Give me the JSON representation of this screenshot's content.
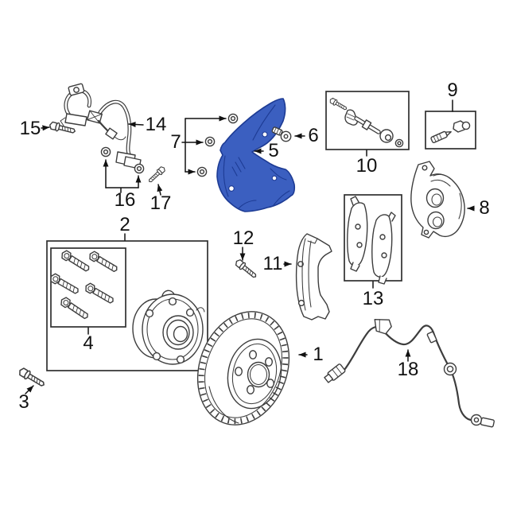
{
  "colors": {
    "background": "#ffffff",
    "line_color": "#3d3d3d",
    "label_color": "#111111",
    "box_color": "#303030",
    "highlight_fill": "#3b5fc0",
    "highlight_stroke": "#1d3b94"
  },
  "callouts": [
    {
      "label": "1"
    },
    {
      "label": "2"
    },
    {
      "label": "3"
    },
    {
      "label": "4"
    },
    {
      "label": "5"
    },
    {
      "label": "6"
    },
    {
      "label": "7"
    },
    {
      "label": "8"
    },
    {
      "label": "9"
    },
    {
      "label": "10"
    },
    {
      "label": "11"
    },
    {
      "label": "12"
    },
    {
      "label": "13"
    },
    {
      "label": "14"
    },
    {
      "label": "15"
    },
    {
      "label": "16"
    },
    {
      "label": "17"
    },
    {
      "label": "18"
    }
  ]
}
